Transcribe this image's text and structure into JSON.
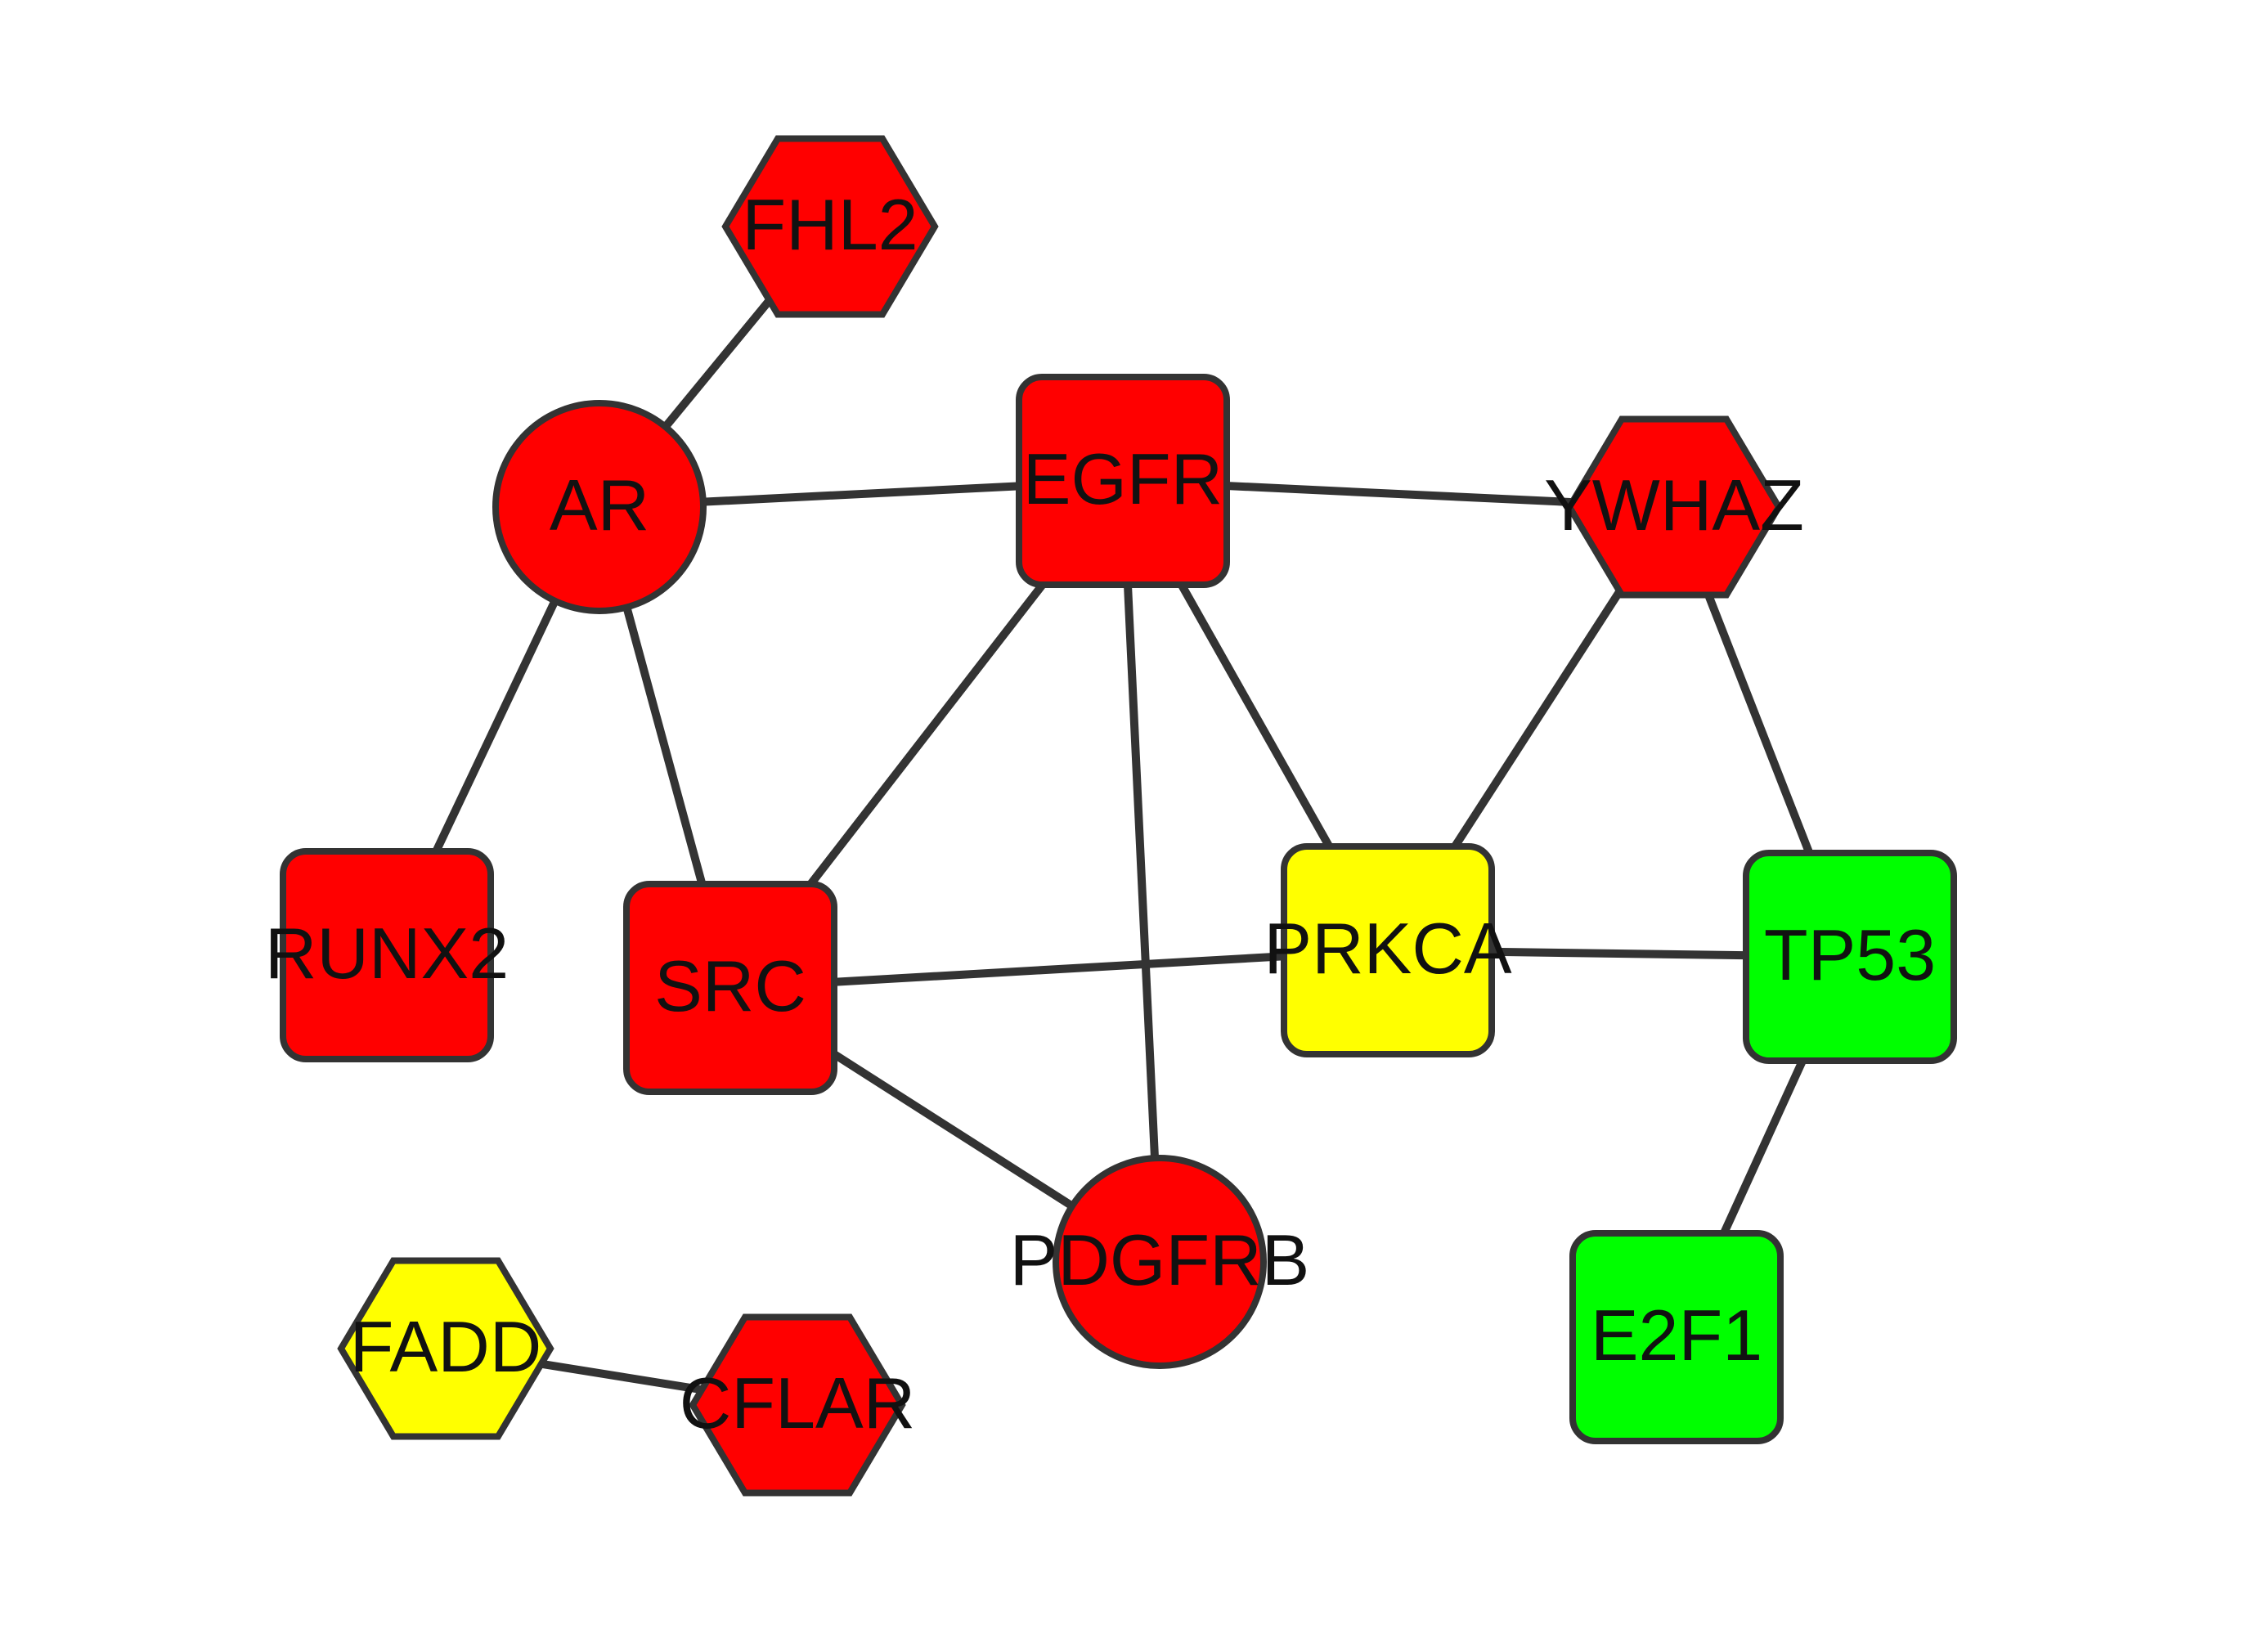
{
  "colors": {
    "red": "#ff0000",
    "yellow": "#ffff00",
    "green": "#00ff00",
    "outline": "#333333",
    "edge": "#333333"
  },
  "nodes": [
    {
      "id": "FHL2",
      "label": "FHL2",
      "shape": "hexagon",
      "color": "red"
    },
    {
      "id": "AR",
      "label": "AR",
      "shape": "circle",
      "color": "red"
    },
    {
      "id": "EGFR",
      "label": "EGFR",
      "shape": "rounded-square",
      "color": "red"
    },
    {
      "id": "YWHAZ",
      "label": "YWHAZ",
      "shape": "hexagon",
      "color": "red"
    },
    {
      "id": "RUNX2",
      "label": "RUNX2",
      "shape": "rounded-square",
      "color": "red"
    },
    {
      "id": "SRC",
      "label": "SRC",
      "shape": "rounded-square",
      "color": "red"
    },
    {
      "id": "PRKCA",
      "label": "PRKCA",
      "shape": "rounded-square",
      "color": "yellow"
    },
    {
      "id": "TP53",
      "label": "TP53",
      "shape": "rounded-square",
      "color": "green"
    },
    {
      "id": "PDGFRB",
      "label": "PDGFRB",
      "shape": "circle",
      "color": "red"
    },
    {
      "id": "E2F1",
      "label": "E2F1",
      "shape": "rounded-square",
      "color": "green"
    },
    {
      "id": "FADD",
      "label": "FADD",
      "shape": "hexagon",
      "color": "yellow"
    },
    {
      "id": "CFLAR",
      "label": "CFLAR",
      "shape": "hexagon",
      "color": "red"
    }
  ],
  "edges": [
    [
      "FHL2",
      "AR"
    ],
    [
      "AR",
      "EGFR"
    ],
    [
      "AR",
      "RUNX2"
    ],
    [
      "AR",
      "SRC"
    ],
    [
      "EGFR",
      "YWHAZ"
    ],
    [
      "EGFR",
      "SRC"
    ],
    [
      "EGFR",
      "PDGFRB"
    ],
    [
      "EGFR",
      "PRKCA"
    ],
    [
      "YWHAZ",
      "PRKCA"
    ],
    [
      "YWHAZ",
      "TP53"
    ],
    [
      "SRC",
      "PRKCA"
    ],
    [
      "SRC",
      "PDGFRB"
    ],
    [
      "PRKCA",
      "TP53"
    ],
    [
      "TP53",
      "E2F1"
    ],
    [
      "FADD",
      "CFLAR"
    ]
  ]
}
